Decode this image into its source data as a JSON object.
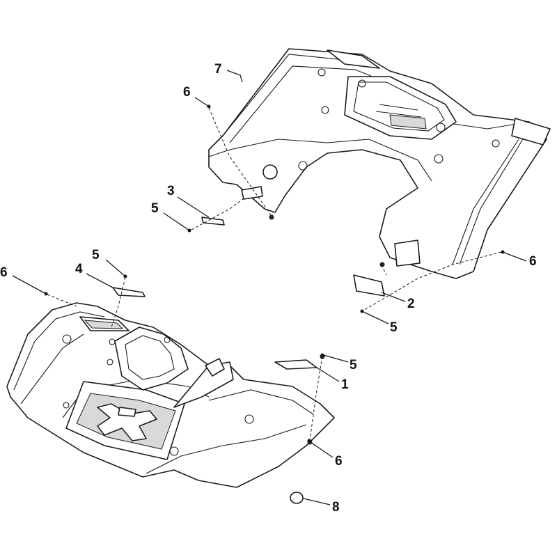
{
  "callouts": [
    {
      "id": "c7",
      "label": "7"
    },
    {
      "id": "c6a",
      "label": "6"
    },
    {
      "id": "c3",
      "label": "3"
    },
    {
      "id": "c5a",
      "label": "5"
    },
    {
      "id": "c5b",
      "label": "5"
    },
    {
      "id": "c4",
      "label": "4"
    },
    {
      "id": "c6b",
      "label": "6"
    },
    {
      "id": "c6c",
      "label": "6"
    },
    {
      "id": "c2",
      "label": "2"
    },
    {
      "id": "c5c",
      "label": "5"
    },
    {
      "id": "c5d",
      "label": "5"
    },
    {
      "id": "c1",
      "label": "1"
    },
    {
      "id": "c6d",
      "label": "6"
    },
    {
      "id": "c8",
      "label": "8"
    }
  ],
  "colors": {
    "line": "#1a1a1a",
    "background": "#ffffff",
    "shade": "#d9d9d9"
  }
}
